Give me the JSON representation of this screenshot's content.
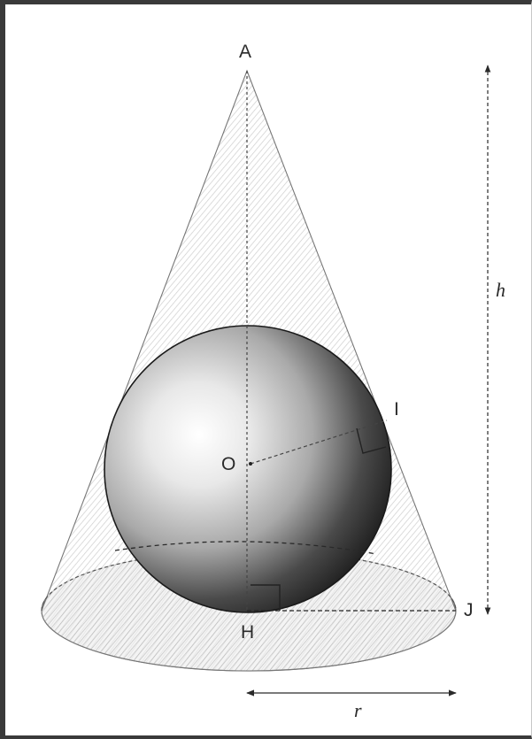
{
  "labels": {
    "apex": "A",
    "center": "O",
    "tangent_point": "I",
    "base_center": "H",
    "base_edge": "J",
    "height": "h",
    "radius": "r"
  }
}
